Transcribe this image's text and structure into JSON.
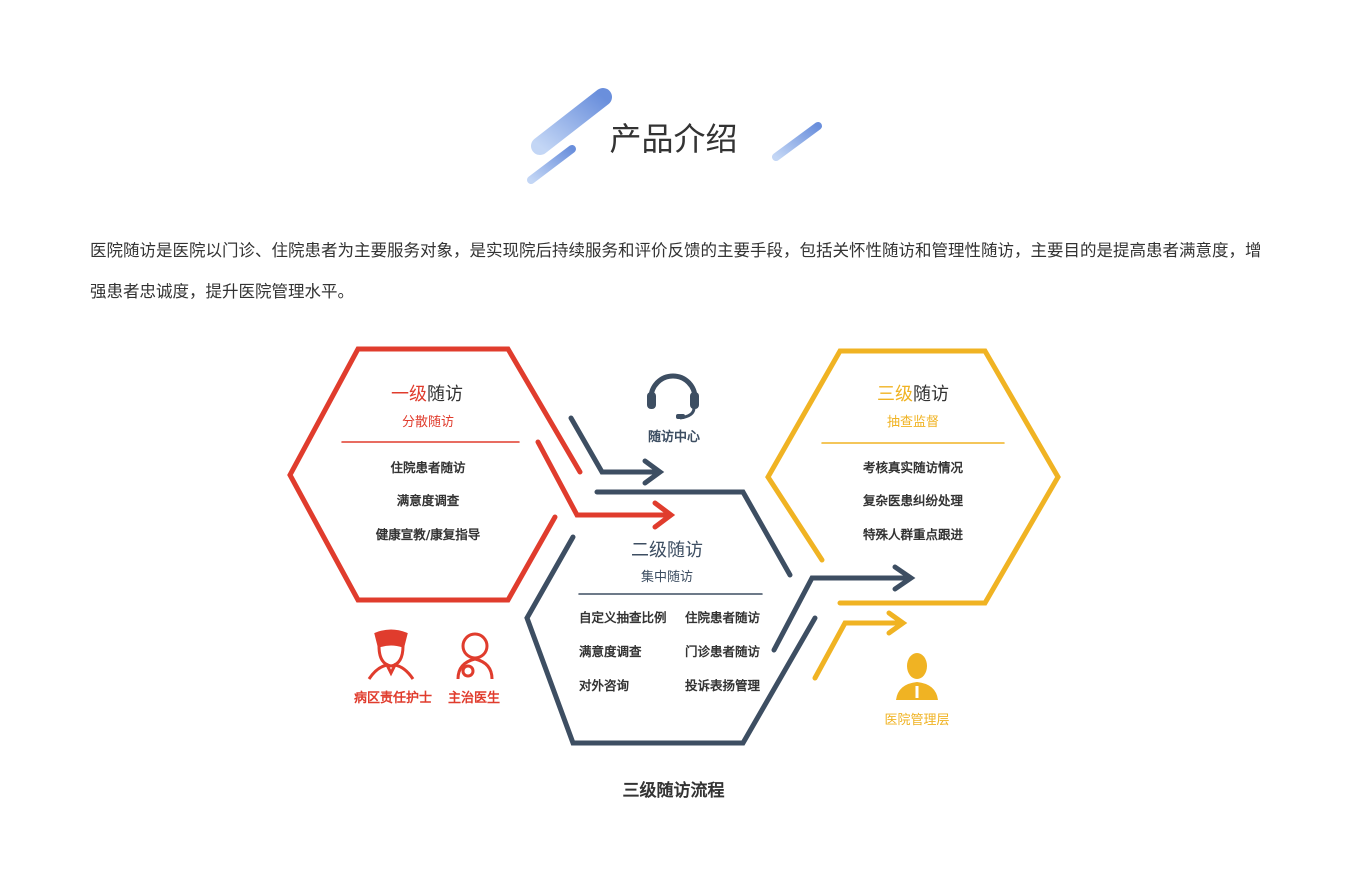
{
  "header": {
    "title": "产品介绍"
  },
  "intro": "医院随访是医院以门诊、住院患者为主要服务对象，是实现院后持续服务和评价反馈的主要手段，包括关怀性随访和管理性随访，主要目的是提高患者满意度，增强患者忠诚度，提升医院管理水平。",
  "colors": {
    "level1": "#e03c2d",
    "level2": "#3d4e62",
    "level3": "#f0b323",
    "accent": "#6f95de"
  },
  "diagram": {
    "level1": {
      "prefix": "一级",
      "suffix": "随访",
      "subtitle": "分散随访",
      "items": [
        "住院患者随访",
        "满意度调查",
        "健康宣教/康复指导"
      ]
    },
    "level2": {
      "title": "二级随访",
      "subtitle": "集中随访",
      "items": [
        "自定义抽查比例",
        "住院患者随访",
        "满意度调查",
        "门诊患者随访",
        "对外咨询",
        "投诉表扬管理"
      ]
    },
    "level3": {
      "prefix": "三级",
      "suffix": "随访",
      "subtitle": "抽查监督",
      "items": [
        "考核真实随访情况",
        "复杂医患纠纷处理",
        "特殊人群重点跟进"
      ]
    },
    "actors": {
      "center": "随访中心",
      "nurse": "病区责任护士",
      "doctor": "主治医生",
      "management": "医院管理层"
    },
    "caption": "三级随访流程"
  }
}
